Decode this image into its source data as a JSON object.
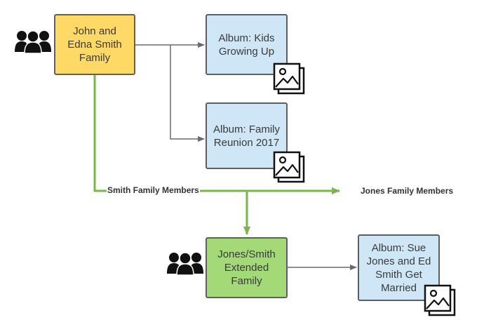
{
  "nodes": {
    "smith_family": {
      "text": "John and Edna Smith Family"
    },
    "album_kids": {
      "text": "Album: Kids Growing Up"
    },
    "album_reunion": {
      "text": "Album: Family Reunion 2017"
    },
    "jones_smith_family": {
      "text": "Jones/Smith Extended Family"
    },
    "album_married": {
      "text": "Album: Sue Jones and Ed Smith Get Married"
    }
  },
  "edge_labels": {
    "smith_members": "Smith Family Members",
    "jones_members": "Jones Family Members"
  },
  "colors": {
    "family_yellow": "#ffd966",
    "family_green": "#a3d977",
    "album_blue": "#cfe6f7",
    "green_connector": "#7ab648",
    "gray_connector": "#6b6b6b"
  },
  "icons": {
    "group": "people-group-icon",
    "photo": "photo-album-icon"
  }
}
